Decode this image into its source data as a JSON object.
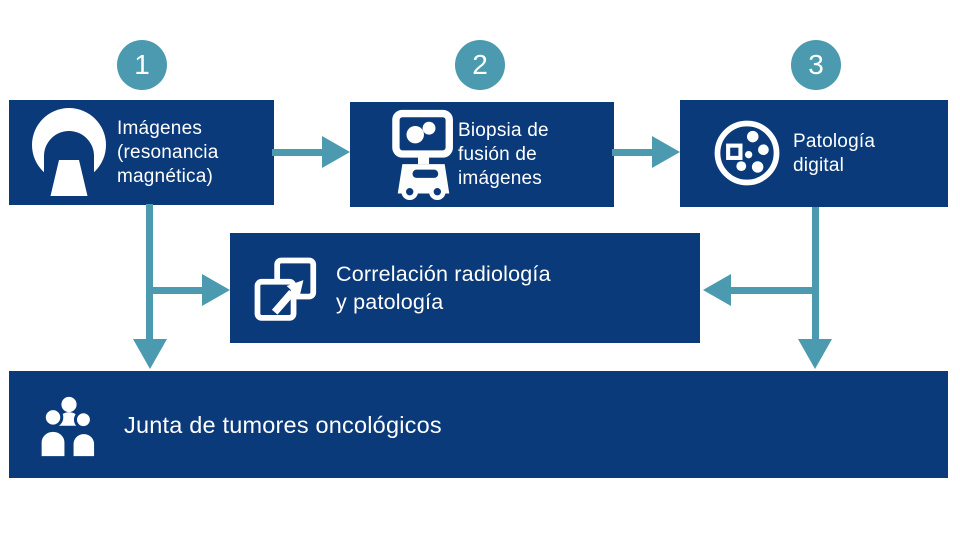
{
  "colors": {
    "navy": "#0a3a7a",
    "teal": "#4b9ab0",
    "text_on_navy": "#ffffff",
    "background": "#ffffff"
  },
  "steps": [
    {
      "number": "1",
      "label": "Imágenes\n(resonancia\nmagnética)",
      "icon": "mri-scanner-icon"
    },
    {
      "number": "2",
      "label": "Biopsia de\nfusión de\nimágenes",
      "icon": "fusion-biopsy-machine-icon"
    },
    {
      "number": "3",
      "label": "Patología\ndigital",
      "icon": "digital-pathology-dish-icon"
    }
  ],
  "correlation_box": {
    "label": "Correlación radiología\ny patología",
    "icon": "overlapping-squares-arrow-icon"
  },
  "tumor_board_box": {
    "label": "Junta de tumores oncológicos",
    "icon": "people-group-icon"
  }
}
